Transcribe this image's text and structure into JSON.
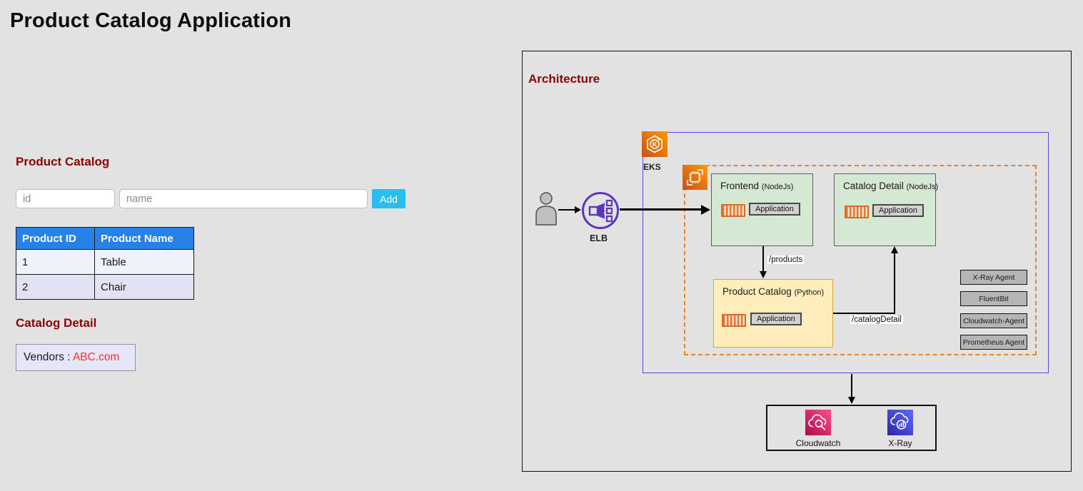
{
  "page": {
    "title": "Product Catalog Application"
  },
  "product_catalog": {
    "heading": "Product Catalog",
    "id_placeholder": "id",
    "name_placeholder": "name",
    "add_button": "Add",
    "table": {
      "headers": [
        "Product ID",
        "Product Name"
      ],
      "rows": [
        [
          "1",
          "Table"
        ],
        [
          "2",
          "Chair"
        ]
      ]
    }
  },
  "catalog_detail": {
    "heading": "Catalog Detail",
    "vendors_label": "Vendors :",
    "vendor_name": "ABC.com"
  },
  "architecture": {
    "heading": "Architecture",
    "eks_label": "EKS",
    "elb_label": "ELB",
    "frontend": {
      "title": "Frontend",
      "runtime": "(NodeJs)",
      "app_label": "Application"
    },
    "catalog_detail_svc": {
      "title": "Catalog Detail",
      "runtime": "(NodeJs)",
      "app_label": "Application"
    },
    "product_catalog_svc": {
      "title": "Product Catalog",
      "runtime": "(Python)",
      "app_label": "Application"
    },
    "routes": {
      "products": "/products",
      "catalog_detail": "/catalogDetail"
    },
    "agents": [
      "X-Ray Agent",
      "FluentBit",
      "Cloudwatch-Agent",
      "Prometheus Agent"
    ],
    "monitoring": {
      "cloudwatch": "Cloudwatch",
      "xray": "X-Ray"
    }
  },
  "colors": {
    "page_bg": "#E2E2E2",
    "heading_red": "#8B0000",
    "add_button_bg": "#29BDF2",
    "table_header_bg": "#2681E8",
    "vendor_link_red": "#FF2D2D",
    "cluster_border_blue": "#4A4AEF",
    "namespace_dashed_orange": "#E8822D",
    "node_green_bg": "#D5E8D4",
    "node_yellow_bg": "#FFEEBC",
    "agent_box_bg": "#B5B5B5",
    "aws_orange": "#ED7100",
    "cloudwatch_pink": "#D6336C",
    "xray_blue": "#4650CF",
    "elb_purple": "#5B34BF"
  }
}
